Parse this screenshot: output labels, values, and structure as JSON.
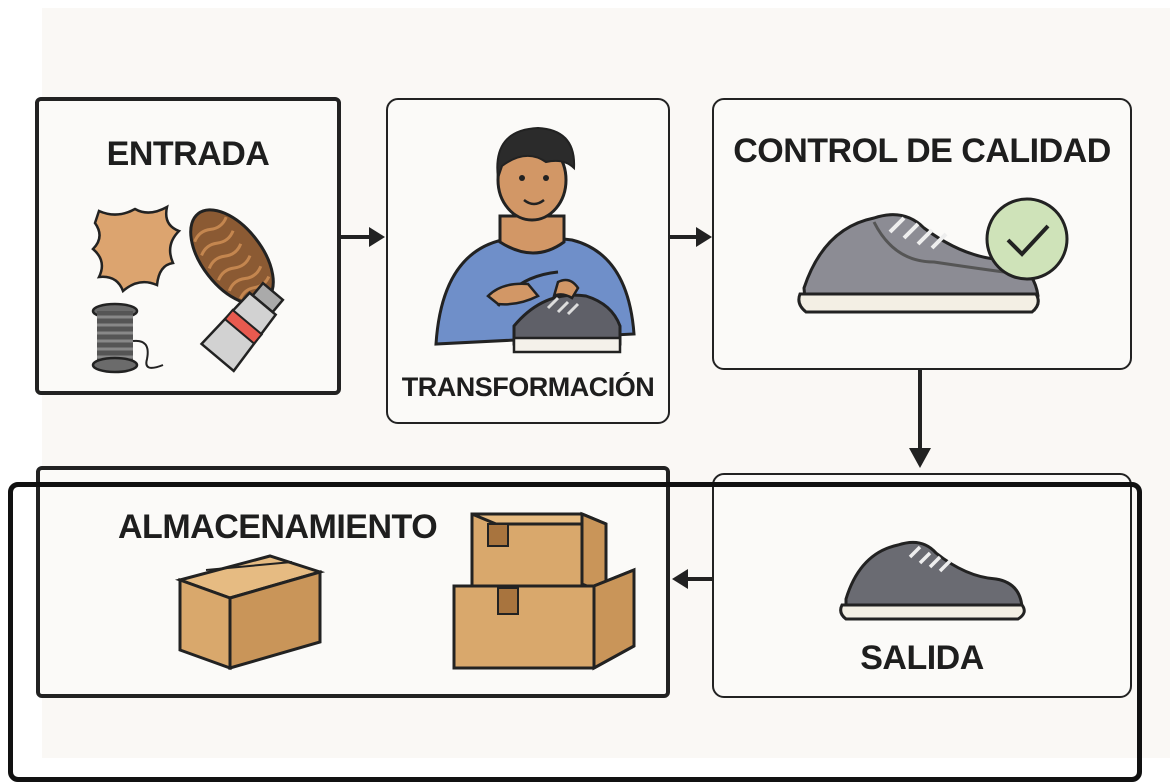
{
  "steps": {
    "entrada": {
      "label": "ENTRADA"
    },
    "transformacion": {
      "label": "TRANSFORMACIÓN"
    },
    "control": {
      "label": "CONTROL DE CALIDAD"
    },
    "salida": {
      "label": "SALIDA"
    },
    "almacenamiento": {
      "label": "ALMACENAMIENTO"
    }
  },
  "colors": {
    "leather": "#dca46f",
    "sole": "#8b5a33",
    "shoe_gray": "#8c8c94",
    "check_green": "#cfe3b9",
    "shirt_blue": "#6f8fc9",
    "box_brown": "#d9a86c"
  },
  "icons": [
    "leather-hide-icon",
    "shoe-sole-icon",
    "thread-spool-icon",
    "glue-tube-icon",
    "worker-icon",
    "sneaker-icon",
    "checkmark-icon",
    "cardboard-box-icon"
  ]
}
